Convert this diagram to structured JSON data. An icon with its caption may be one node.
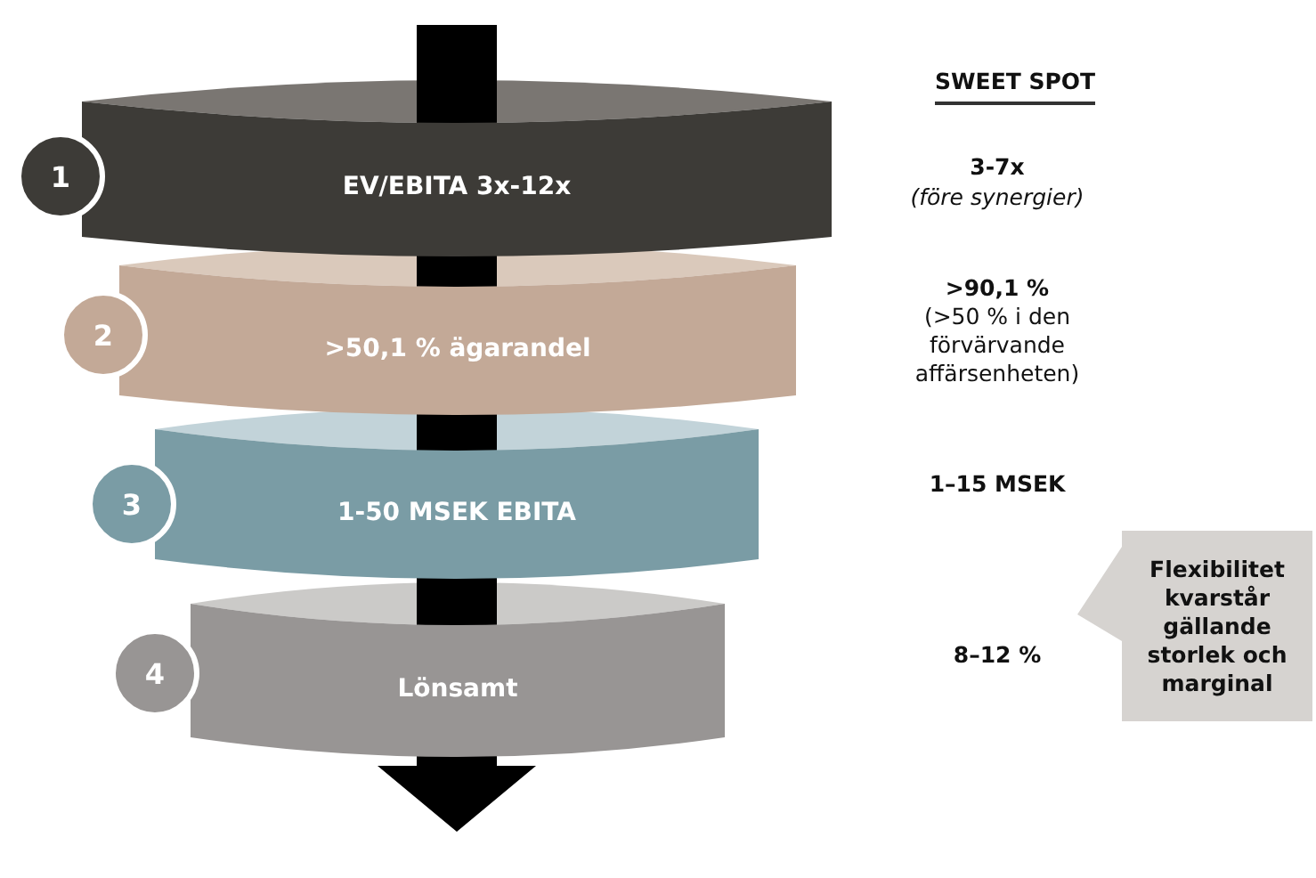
{
  "diagram": {
    "nodes": [
      {
        "text": [
          "1"
        ]
      },
      {
        "text": [
          "EV/EBITA 3x-12x"
        ]
      },
      {
        "text": [
          "2"
        ]
      },
      {
        "text": [
          ">50,1 % ägarandel"
        ]
      },
      {
        "text": [
          "3"
        ]
      },
      {
        "text": [
          "1-50 MSEK EBITA"
        ]
      },
      {
        "text": [
          "4"
        ]
      },
      {
        "text": [
          "Lönsamt"
        ]
      },
      {
        "text": [
          "Flexibilitet kvarstår gällande storlek och marginal"
        ]
      }
    ],
    "edges": [],
    "labels": [
      "SWEET SPOT",
      "3-7x",
      "(före synergier)",
      ">90,1 %",
      "(>50 % i den förvärvande affärsenheten)",
      "1–15 MSEK",
      "8–12 %"
    ]
  }
}
